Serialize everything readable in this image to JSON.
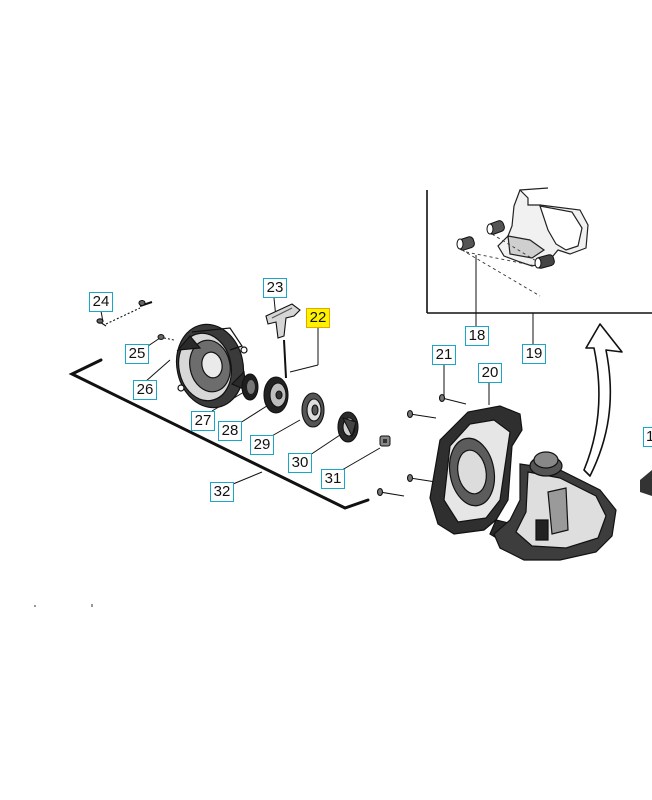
{
  "diagram": {
    "accent_color": "#1aa6c9",
    "highlight_color": "#fff200",
    "callouts": {
      "c18": "18",
      "c19": "19",
      "c20": "20",
      "c21": "21",
      "c22": "22",
      "c23": "23",
      "c24": "24",
      "c25": "25",
      "c26": "26",
      "c27": "27",
      "c28": "28",
      "c29": "29",
      "c30": "30",
      "c31": "31",
      "c32": "32",
      "c1": "1"
    },
    "highlighted": "22"
  }
}
